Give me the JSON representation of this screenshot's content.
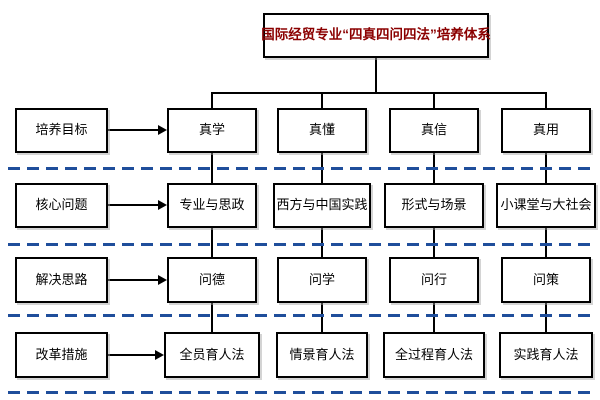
{
  "title": "国际经贸专业“四真四问四法”培养体系",
  "row_labels": [
    {
      "label": "培养目标"
    },
    {
      "label": "核心问题"
    },
    {
      "label": "解决思路"
    },
    {
      "label": "改革措施"
    }
  ],
  "columns": [
    {
      "cells": [
        "真学",
        "专业与思政",
        "问德",
        "全员育人法"
      ]
    },
    {
      "cells": [
        "真懂",
        "西方与中国实践",
        "问学",
        "情景育人法"
      ]
    },
    {
      "cells": [
        "真信",
        "形式与场景",
        "问行",
        "全过程育人法"
      ]
    },
    {
      "cells": [
        "真用",
        "小课堂与大社会",
        "问策",
        "实践育人法"
      ]
    }
  ],
  "colors": {
    "divider_blue": "#1F4E9B",
    "title_red": "#8B0000",
    "box_border": "#000000",
    "background": "#FFFFFF"
  }
}
